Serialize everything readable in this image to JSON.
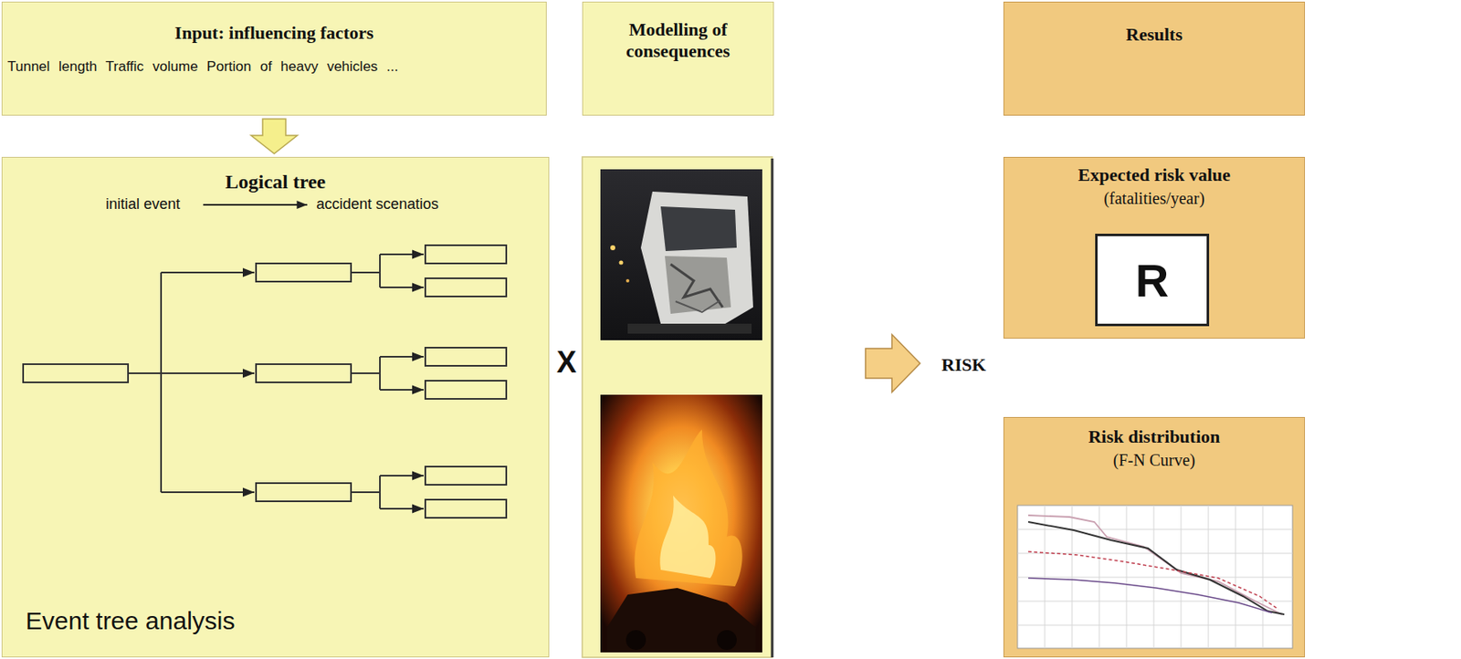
{
  "diagram": {
    "nodes": [
      {
        "text": [
          "Input: influencing factors",
          "Tunnel length Traffic volume Portion of heavy vehicles ..."
        ]
      },
      {
        "text": [
          "Modelling of consequences"
        ]
      },
      {
        "text": [
          "Results"
        ]
      },
      {
        "text": [
          "Logical tree",
          "Event tree analysis"
        ]
      },
      {
        "text": [
          "Expected risk value",
          "(fatalities/year)"
        ]
      },
      {
        "text": [
          "R"
        ],
        "in": 4
      },
      {
        "text": [
          "Risk distribution",
          "(F-N Curve)"
        ]
      }
    ],
    "edges": [
      {
        "from": 0,
        "to": 3,
        "arrow": "to"
      }
    ],
    "labels": [
      "initial event",
      "accident scenatios",
      "X",
      "RISK"
    ]
  }
}
